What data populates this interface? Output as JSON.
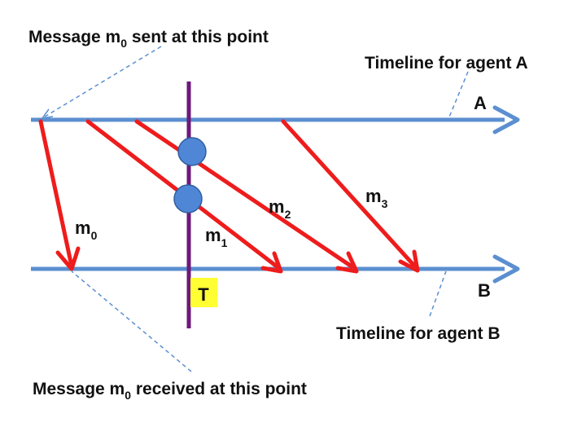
{
  "colors": {
    "timeline": "#5b8fd0",
    "message": "#ee1c1c",
    "cut": "#6b1a7a",
    "dot": "#4f86d6",
    "dot_stroke": "#2f5f9e",
    "marker_fill": "#ffff33",
    "callout": "#5b8fd0"
  },
  "labels": {
    "sent_prefix": "Message m",
    "sent_sub": "0",
    "sent_suffix": " sent at this point",
    "received_prefix": "Message m",
    "received_sub": "0",
    "received_suffix": " received at this point",
    "timeline_a": "Timeline for agent A",
    "timeline_b": "Timeline for agent B",
    "agent_a": "A",
    "agent_b": "B",
    "cut_marker": "T"
  },
  "messages": [
    {
      "base": "m",
      "sub": "0"
    },
    {
      "base": "m",
      "sub": "1"
    },
    {
      "base": "m",
      "sub": "2"
    },
    {
      "base": "m",
      "sub": "3"
    }
  ],
  "icons": {
    "timeline_arrow": "arrow-right-icon",
    "message_arrow": "arrow-head-icon",
    "event_dot": "circle-icon"
  }
}
